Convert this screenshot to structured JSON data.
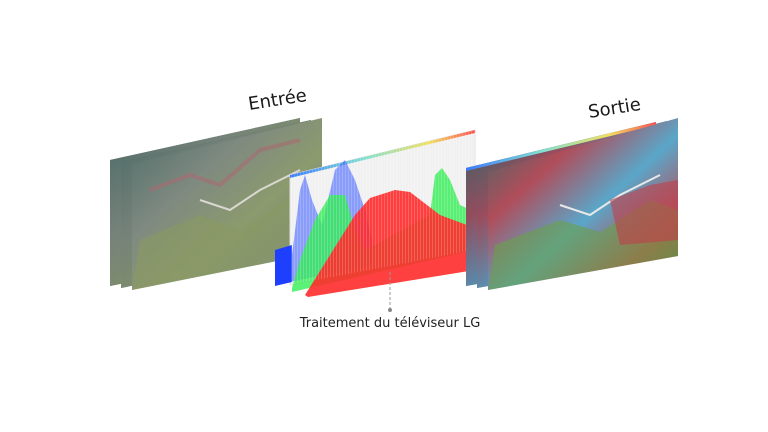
{
  "labels": {
    "input": "Entrée",
    "output": "Sortie",
    "caption": "Traitement du téléviseur LG"
  },
  "colors": {
    "blue_channel": "#3355ff",
    "green_channel": "#33ee55",
    "red_channel": "#ff2b2b",
    "leader_line": "#999999"
  }
}
